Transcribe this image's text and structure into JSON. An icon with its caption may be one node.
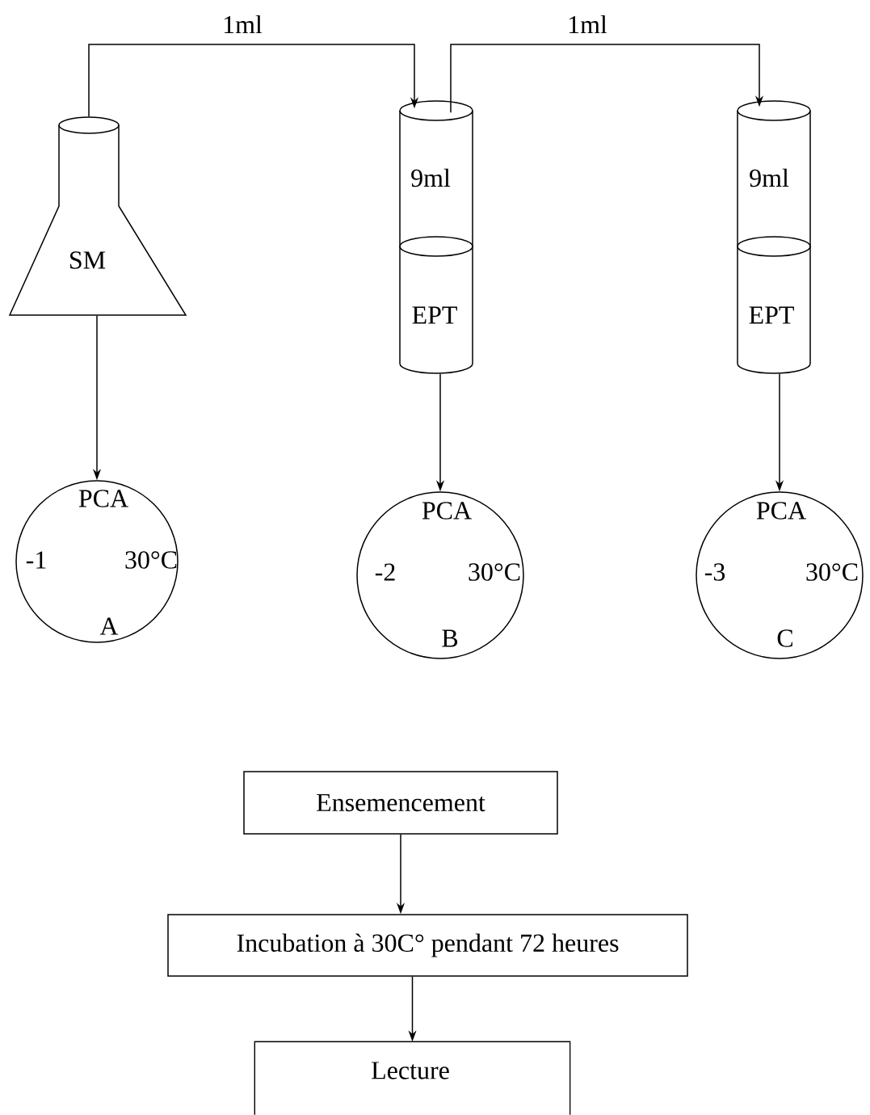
{
  "diagram": {
    "nodes": [
      {
        "text": [
          "SM"
        ]
      },
      {
        "text": [
          "9ml",
          "EPT"
        ]
      },
      {
        "text": [
          "9ml",
          "EPT"
        ]
      },
      {
        "text": [
          "PCA",
          "-1",
          "30°C",
          "A"
        ]
      },
      {
        "text": [
          "PCA",
          "-2",
          "30°C",
          "B"
        ]
      },
      {
        "text": [
          "PCA",
          "-3",
          "30°C",
          "C"
        ]
      },
      {
        "text": [
          "Ensemencement"
        ]
      },
      {
        "text": [
          "Incubation à 30C° pendant 72 heures"
        ]
      },
      {
        "text": [
          "Lecture"
        ]
      }
    ],
    "edges": [
      {
        "from": 0,
        "to": 1,
        "arrow": "to",
        "label": "1ml"
      },
      {
        "from": 1,
        "to": 2,
        "arrow": "to",
        "label": "1ml"
      },
      {
        "from": 0,
        "to": 3,
        "arrow": "to"
      },
      {
        "from": 1,
        "to": 4,
        "arrow": "to"
      },
      {
        "from": 2,
        "to": 5,
        "arrow": "to"
      },
      {
        "from": 6,
        "to": 7,
        "arrow": "to"
      },
      {
        "from": 7,
        "to": 8,
        "arrow": "to"
      }
    ]
  }
}
